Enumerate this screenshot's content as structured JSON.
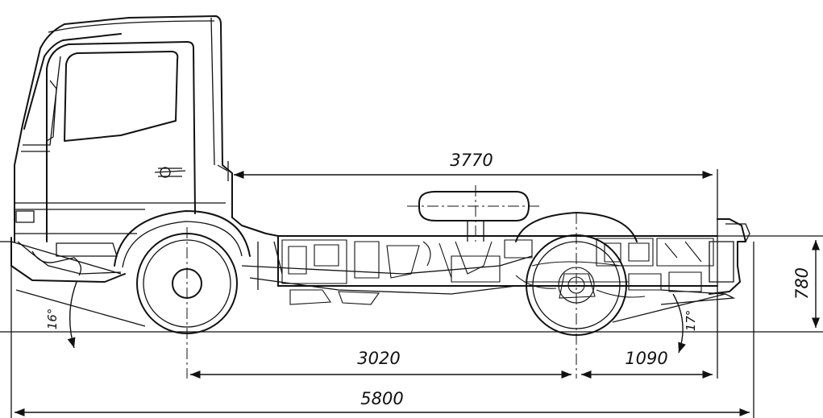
{
  "dimensions": {
    "overall_length": "5800",
    "wheelbase": "3020",
    "rear_overhang": "1090",
    "body_length": "3770",
    "frame_height": "780",
    "approach_angle": "16°",
    "departure_angle": "17°"
  }
}
